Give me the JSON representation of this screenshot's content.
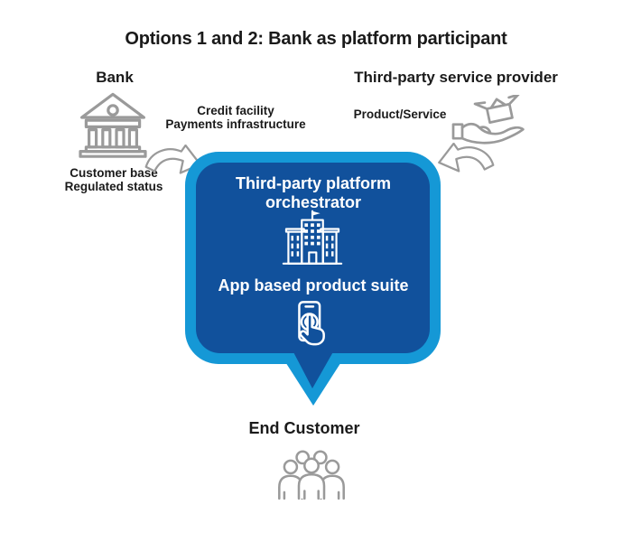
{
  "title": "Options 1 and 2: Bank as platform participant",
  "bank": {
    "label": "Bank",
    "provides_line1": "Credit facility",
    "provides_line2": "Payments infrastructure",
    "assets_line1": "Customer base",
    "assets_line2": "Regulated status"
  },
  "provider": {
    "label": "Third-party service provider",
    "provides": "Product/Service"
  },
  "platform": {
    "name_line1": "Third-party platform",
    "name_line2": "orchestrator",
    "product": "App based product suite"
  },
  "end_customer": {
    "label": "End Customer"
  },
  "icons": {
    "bank": "bank-building-icon",
    "provider": "hand-holding-box-icon",
    "platform": "office-building-flag-icon",
    "app": "phone-tap-icon",
    "end_customer": "people-group-icon",
    "left_arrow": "curved-arrow-down-right-icon",
    "right_arrow": "curved-arrow-down-left-icon"
  },
  "colors": {
    "bubble_border": "#1598D6",
    "bubble_fill": "#11519C",
    "icon_gray": "#9A9A9A",
    "text": "#1A1A1A",
    "bubble_text": "#FFFFFF"
  }
}
